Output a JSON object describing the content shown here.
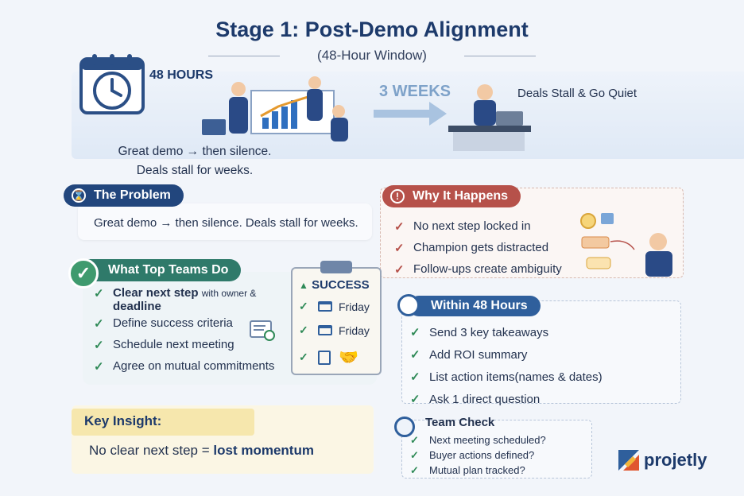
{
  "header": {
    "title": "Stage 1: Post-Demo Alignment",
    "subtitle": "(48-Hour Window)"
  },
  "banner": {
    "hours_label": "48 HOURS",
    "weeks_label": "3 WEEKS",
    "stall_label": "Deals Stall & Go Quiet",
    "caption_line1": "Great demo → then silence.",
    "caption_line2": "Deals stall for weeks."
  },
  "problem": {
    "heading": "The Problem",
    "text": "Great demo → then silence. Deals stall for weeks."
  },
  "why": {
    "heading": "Why It Happens",
    "items": [
      "No next step locked in",
      "Champion gets distracted",
      "Follow-ups create ambiguity"
    ]
  },
  "top_teams": {
    "heading": "What Top Teams Do",
    "item1_main": "Clear next step",
    "item1_small": "with owner  &",
    "item1_tail": "deadline",
    "items": [
      "Define success criteria",
      "Schedule next meeting",
      "Agree on mutual commitments"
    ]
  },
  "clipboard": {
    "title": "SUCCESS",
    "rows": [
      "Friday",
      "Friday"
    ]
  },
  "within48": {
    "heading": "Within 48 Hours",
    "items": [
      "Send 3 key takeaways",
      "Add ROI summary",
      "List action items(names & dates)",
      "Ask 1 direct question"
    ]
  },
  "key_insight": {
    "heading": "Key Insight:",
    "text_prefix": "No clear next step = ",
    "text_bold": "lost momentum"
  },
  "team_check": {
    "heading": "Team Check",
    "items": [
      "Next meeting scheduled?",
      "Buyer actions defined?",
      "Mutual plan tracked?"
    ]
  },
  "brand": {
    "name": "projetly"
  },
  "colors": {
    "navy": "#1d3a6b",
    "problem_red": "#b6514a",
    "teal": "#2f7a6a",
    "blue": "#2f5f9c",
    "check_green": "#2f8a57",
    "insight_yellow": "#f6e7ad"
  }
}
